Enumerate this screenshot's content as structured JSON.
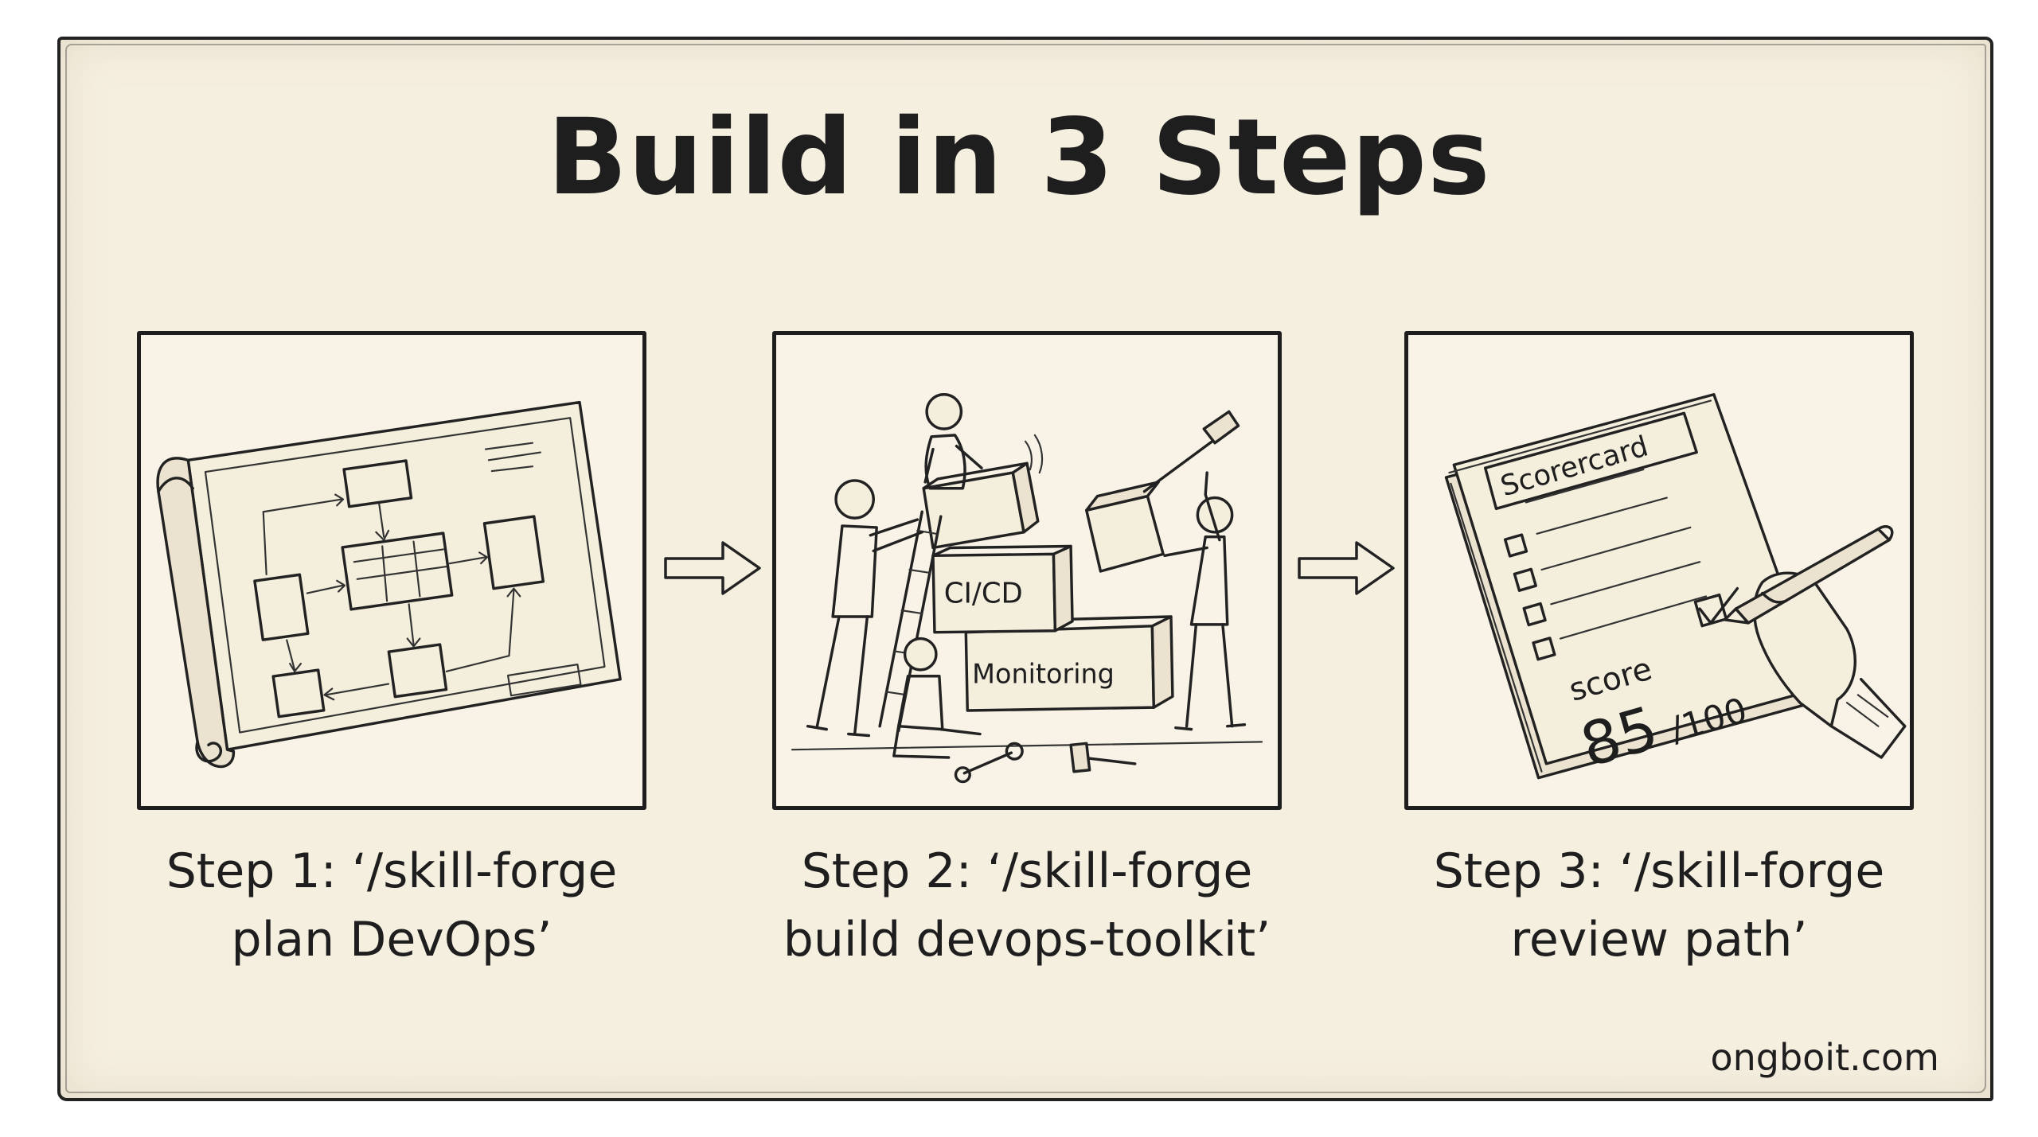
{
  "title": "Build in 3 Steps",
  "steps": [
    {
      "caption_line1": "Step 1: ‘/skill-forge",
      "caption_line2": "plan DevOps’",
      "illustration_icon": "blueprint-icon"
    },
    {
      "caption_line1": "Step 2: ‘/skill-forge",
      "caption_line2": "build devops-toolkit’",
      "illustration_icon": "builders-icon",
      "box_labels": [
        "CI/CD",
        "Monitoring"
      ]
    },
    {
      "caption_line1": "Step 3: ‘/skill-forge",
      "caption_line2": "review path’",
      "illustration_icon": "scorecard-icon",
      "card_title": "Scorercard",
      "score_label": "score",
      "score_value": "85",
      "score_max": "/100"
    }
  ],
  "arrows": [
    "right-arrow-icon",
    "right-arrow-icon"
  ],
  "watermark": "ongboit.com",
  "colors": {
    "paper": "#f5efe0",
    "ink": "#1e1e1e"
  }
}
